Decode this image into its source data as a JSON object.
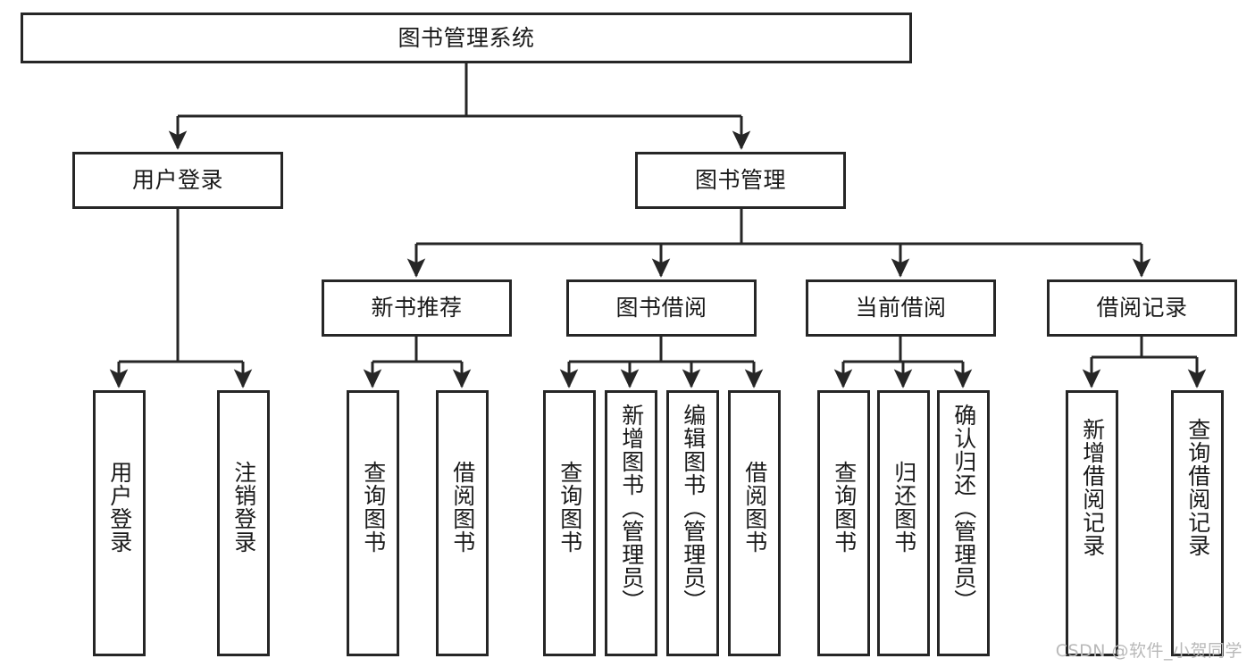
{
  "diagram": {
    "title": "图书管理系统",
    "root": {
      "label": "图书管理系统"
    },
    "level2": [
      {
        "label": "用户登录"
      },
      {
        "label": "图书管理"
      }
    ],
    "level3": [
      {
        "label": "新书推荐"
      },
      {
        "label": "图书借阅"
      },
      {
        "label": "当前借阅"
      },
      {
        "label": "借阅记录"
      }
    ],
    "leaves": {
      "user_login": [
        {
          "label": "用户登录"
        },
        {
          "label": "注销登录"
        }
      ],
      "new_book": [
        {
          "label": "查询图书"
        },
        {
          "label": "借阅图书"
        }
      ],
      "book_borrow": [
        {
          "label": "查询图书"
        },
        {
          "label": "新增图书（管理员）"
        },
        {
          "label": "编辑图书（管理员）"
        },
        {
          "label": "借阅图书"
        }
      ],
      "current_borrow": [
        {
          "label": "查询图书"
        },
        {
          "label": "归还图书"
        },
        {
          "label": "确认归还（管理员）"
        }
      ],
      "borrow_record": [
        {
          "label": "新增借阅记录"
        },
        {
          "label": "查询借阅记录"
        }
      ]
    },
    "watermark": "CSDN @软件_小贺同学",
    "colors": {
      "stroke": "#262626",
      "background": "#ffffff",
      "text": "#1a1a1a",
      "watermark": "#b9b9b9"
    }
  }
}
